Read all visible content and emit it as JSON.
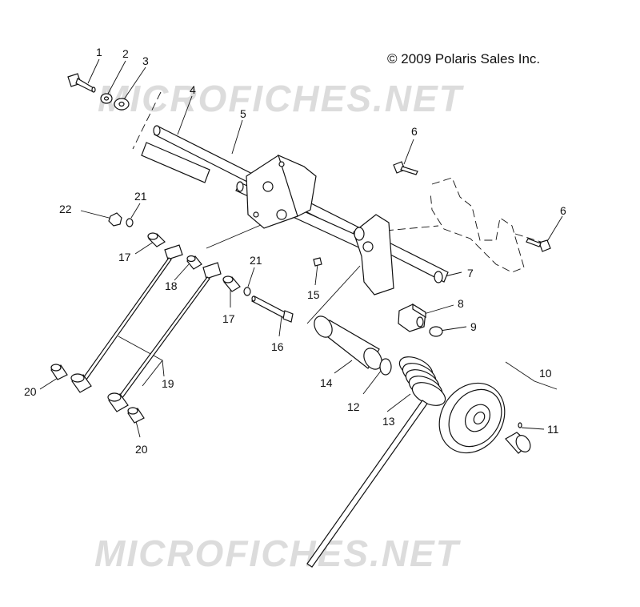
{
  "copyright": "© 2009 Polaris Sales Inc.",
  "watermark": "MICROFICHES.NET",
  "callouts": {
    "c1": "1",
    "c2": "2",
    "c3": "3",
    "c4": "4",
    "c5": "5",
    "c6a": "6",
    "c6b": "6",
    "c7": "7",
    "c8": "8",
    "c9": "9",
    "c10": "10",
    "c11": "11",
    "c12": "12",
    "c13": "13",
    "c14": "14",
    "c15": "15",
    "c16": "16",
    "c17a": "17",
    "c17b": "17",
    "c18": "18",
    "c19": "19",
    "c20a": "20",
    "c20b": "20",
    "c21a": "21",
    "c21b": "21",
    "c22": "22"
  }
}
